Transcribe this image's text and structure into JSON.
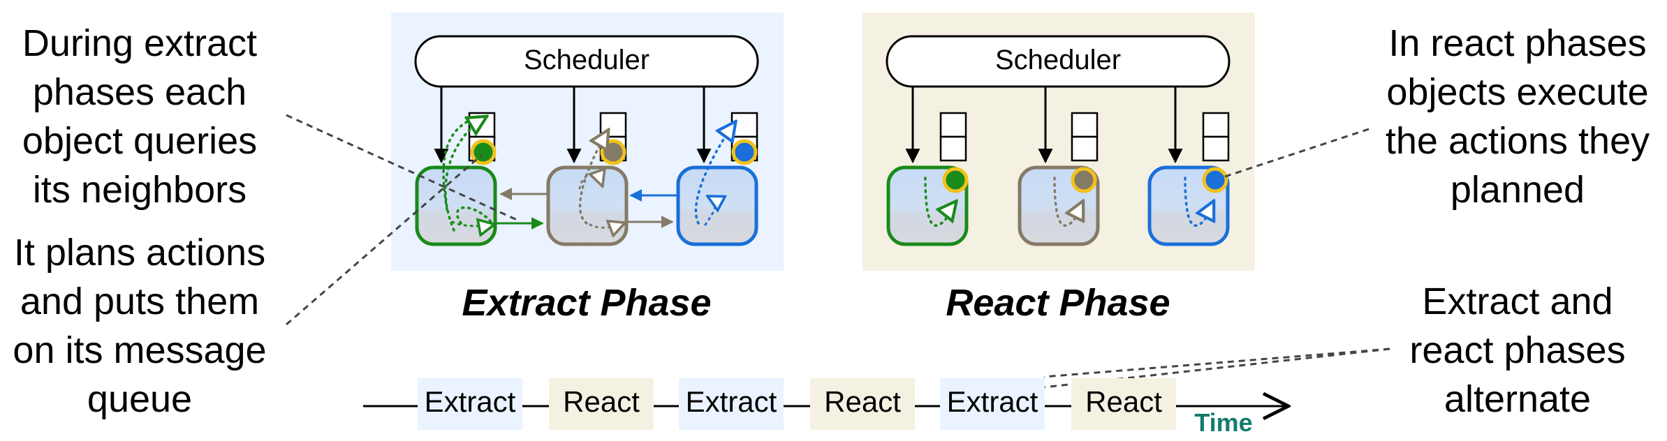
{
  "extract_panel": {
    "scheduler_label": "Scheduler",
    "caption": "Extract Phase",
    "background": "#eaf3ff"
  },
  "react_panel": {
    "scheduler_label": "Scheduler",
    "caption": "React Phase",
    "background": "#f5f1e2"
  },
  "annotations": {
    "extract_query": [
      "During extract",
      "phases each",
      "object queries",
      "its neighbors"
    ],
    "plans_actions": [
      "It plans actions",
      "and puts them",
      "on its message",
      "queue"
    ],
    "react_execute": [
      "In react phases",
      "objects execute",
      "the actions they",
      "planned"
    ],
    "alternate": [
      "Extract and",
      "react phases",
      "alternate"
    ]
  },
  "timeline": {
    "phases": [
      "Extract",
      "React",
      "Extract",
      "React",
      "Extract",
      "React"
    ],
    "time_label": "Time"
  },
  "colors": {
    "green": "#1a8a1a",
    "taupe": "#857a66",
    "blue": "#1a6fd9",
    "message_dot_ring": "#f2c21a",
    "time_label": "#137c6e"
  }
}
